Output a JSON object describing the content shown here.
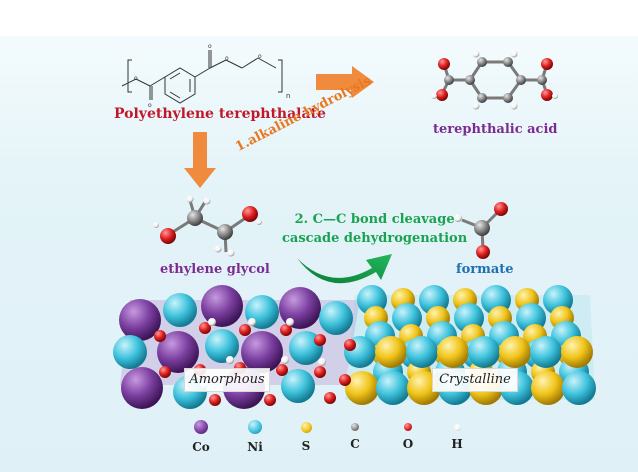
{
  "labels": {
    "pet": "Polyethylene terephthalate",
    "tpa": "terephthalic acid",
    "eg": "ethylene glycol",
    "formate": "formate",
    "step1": "1.alkaline hydrolysis",
    "step2_line1": "2. C—C bond cleavage",
    "step2_line2": "cascade dehydrogenation",
    "amorphous": "Amorphous",
    "crystalline": "Crystalline",
    "pet_subscript": "n"
  },
  "legend": [
    {
      "symbol": "Co",
      "color": "#7b3fa0"
    },
    {
      "symbol": "Ni",
      "color": "#3fc3dd"
    },
    {
      "symbol": "S",
      "color": "#f0c419"
    },
    {
      "symbol": "C",
      "color": "#8a8a8a"
    },
    {
      "symbol": "O",
      "color": "#e02020"
    },
    {
      "symbol": "H",
      "color": "#f2f2f2"
    }
  ],
  "colors": {
    "arrow_orange": "#f08a3c",
    "arrow_green": "#17a24b",
    "cobalt": "#7b3fa0",
    "nickel": "#3fc3dd",
    "sulfur": "#f0c419",
    "carbon": "#8a8a8a",
    "oxygen": "#e02020",
    "hydrogen": "#f2f2f2"
  }
}
